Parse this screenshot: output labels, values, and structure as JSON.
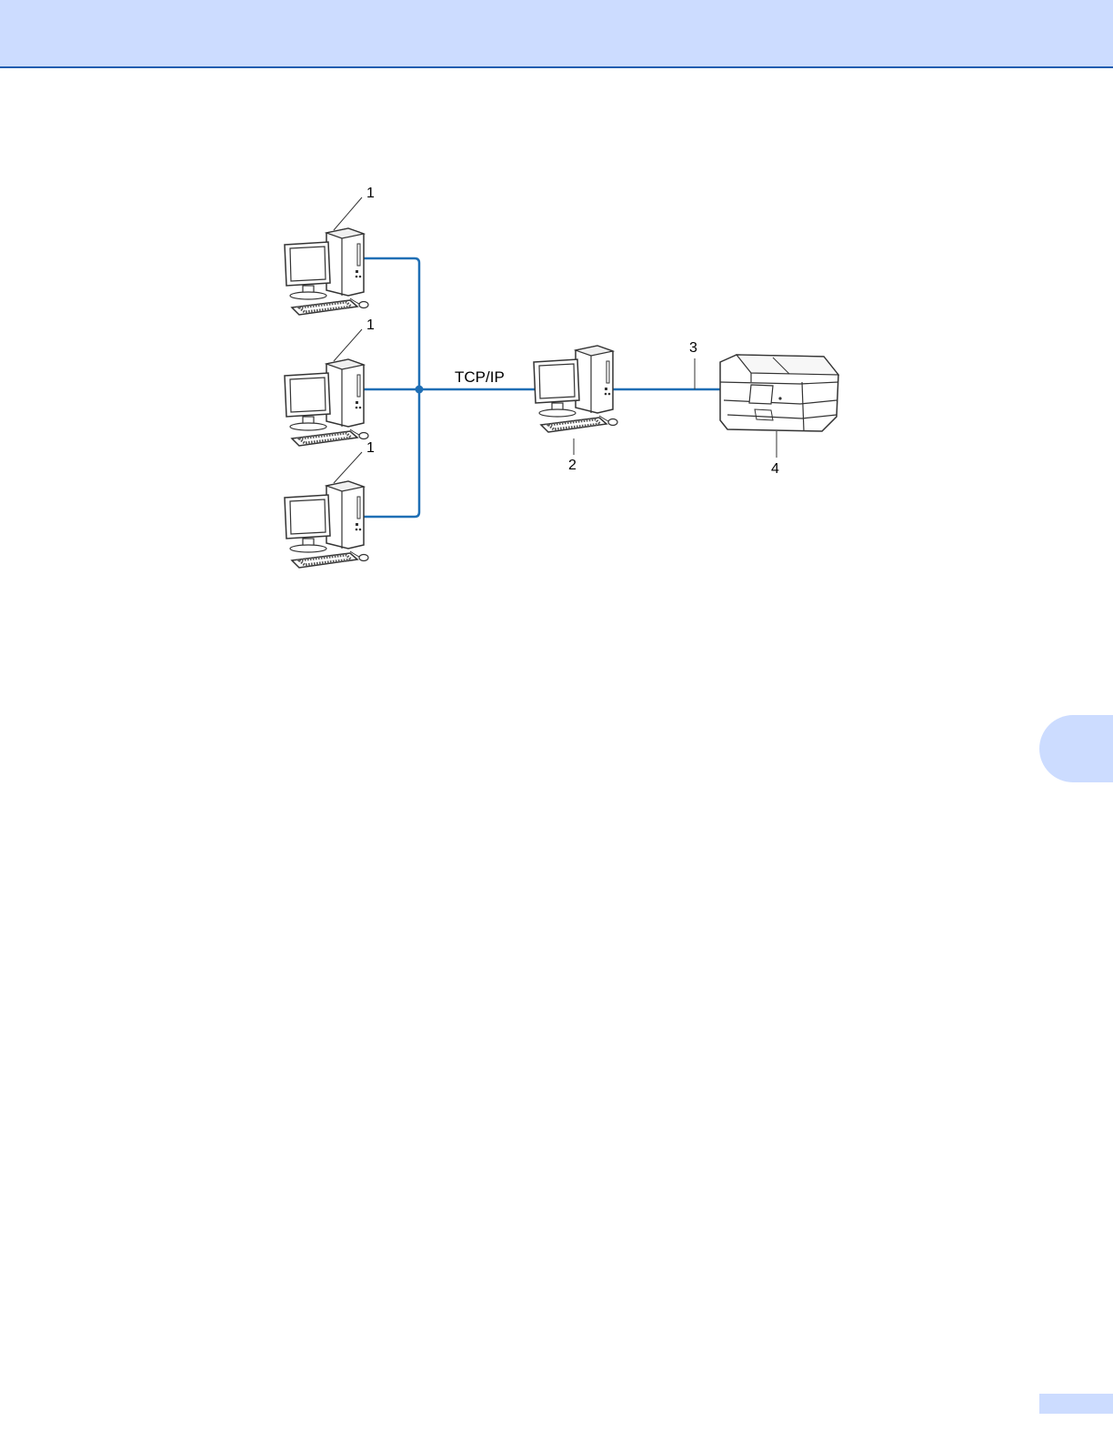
{
  "diagram": {
    "protocol_label": "TCP/IP",
    "callouts": {
      "client_pc_1": "1",
      "client_pc_2": "1",
      "client_pc_3": "1",
      "server_pc": "2",
      "usb_cable": "3",
      "machine": "4"
    },
    "colors": {
      "network_line": "#1f6fb5",
      "header_band": "#ccdcff",
      "header_rule": "#1f5db0"
    }
  }
}
